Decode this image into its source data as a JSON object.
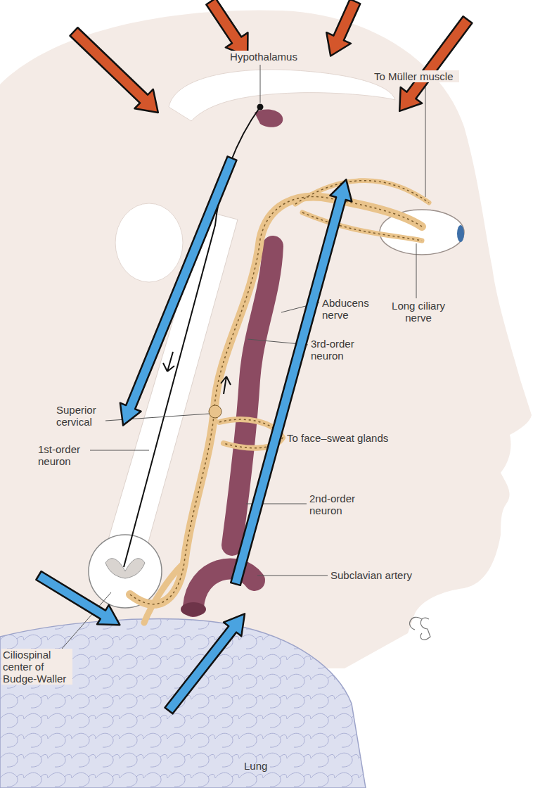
{
  "diagram": {
    "labels": [
      "Hypothalamus",
      "To Müller muscle",
      "Abducens nerve",
      "Long ciliary nerve",
      "3rd-order neuron",
      "Superior cervical",
      "To face–sweat glands",
      "1st-order neuron",
      "2nd-order neuron",
      "Subclavian artery",
      "Ciliospinal center of Budge-Waller",
      "Lung"
    ]
  }
}
